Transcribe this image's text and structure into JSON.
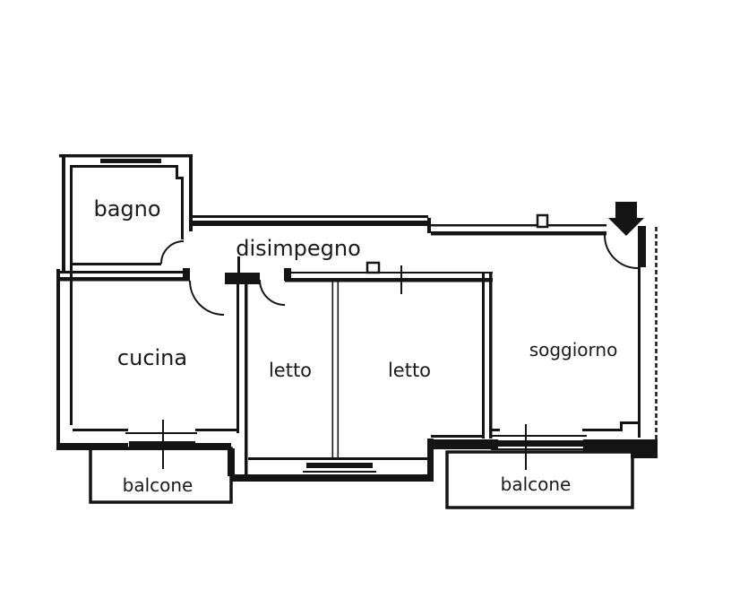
{
  "floorplan": {
    "rooms": [
      {
        "id": "bagno",
        "label": "bagno"
      },
      {
        "id": "disimpegno",
        "label": "disimpegno"
      },
      {
        "id": "cucina",
        "label": "cucina"
      },
      {
        "id": "letto-1",
        "label": "letto"
      },
      {
        "id": "letto-2",
        "label": "letto"
      },
      {
        "id": "soggiorno",
        "label": "soggiorno"
      },
      {
        "id": "balcone-1",
        "label": "balcone"
      },
      {
        "id": "balcone-2",
        "label": "balcone"
      }
    ],
    "icons": {
      "entrance_arrow": "filled-down-arrow"
    },
    "colors": {
      "walls": "#141414",
      "background": "#ffffff",
      "text": "#1a1a1a"
    }
  }
}
